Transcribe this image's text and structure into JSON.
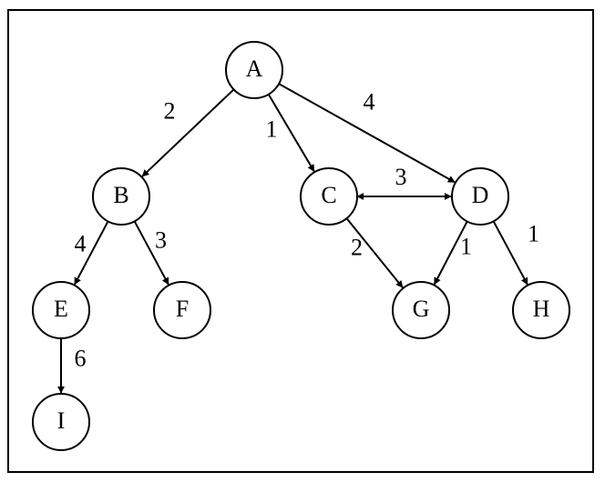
{
  "graph": {
    "nodes": [
      {
        "id": "A",
        "label": "A"
      },
      {
        "id": "B",
        "label": "B"
      },
      {
        "id": "C",
        "label": "C"
      },
      {
        "id": "D",
        "label": "D"
      },
      {
        "id": "E",
        "label": "E"
      },
      {
        "id": "F",
        "label": "F"
      },
      {
        "id": "G",
        "label": "G"
      },
      {
        "id": "H",
        "label": "H"
      },
      {
        "id": "I",
        "label": "I"
      }
    ],
    "edges": [
      {
        "from": "A",
        "to": "B",
        "weight": "2",
        "directed": true
      },
      {
        "from": "A",
        "to": "C",
        "weight": "1",
        "directed": true
      },
      {
        "from": "A",
        "to": "D",
        "weight": "4",
        "directed": true
      },
      {
        "from": "C",
        "to": "D",
        "weight": "3",
        "bidirectional": true
      },
      {
        "from": "B",
        "to": "E",
        "weight": "4",
        "directed": true
      },
      {
        "from": "B",
        "to": "F",
        "weight": "3",
        "directed": true
      },
      {
        "from": "C",
        "to": "G",
        "weight": "2",
        "directed": true
      },
      {
        "from": "D",
        "to": "G",
        "weight": "1",
        "directed": true
      },
      {
        "from": "D",
        "to": "H",
        "weight": "1",
        "directed": true
      },
      {
        "from": "E",
        "to": "I",
        "weight": "6",
        "directed": true
      }
    ]
  }
}
